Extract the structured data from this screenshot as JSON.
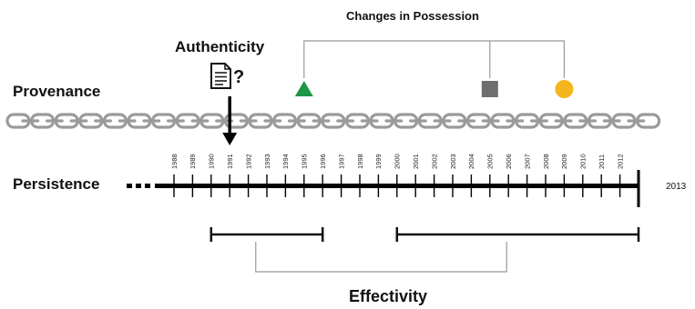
{
  "labels": {
    "changes_in_possession": "Changes in Possession",
    "authenticity": "Authenticity",
    "question_mark": "?",
    "provenance": "Provenance",
    "persistence": "Persistence",
    "effectivity": "Effectivity"
  },
  "timeline": {
    "years": [
      "1988",
      "1989",
      "1990",
      "1991",
      "1992",
      "1993",
      "1994",
      "1995",
      "1996",
      "1997",
      "1998",
      "1999",
      "2000",
      "2001",
      "2002",
      "2003",
      "2004",
      "2005",
      "2006",
      "2007",
      "2008",
      "2009",
      "2010",
      "2011",
      "2012"
    ],
    "end_year": "2013",
    "authenticity_year": "1991",
    "effectivity_periods": [
      {
        "start": "1990",
        "end": "1996"
      },
      {
        "start": "2000",
        "end": "2013"
      }
    ]
  },
  "possession_changes": [
    {
      "year": "1995",
      "shape": "triangle",
      "color": "#1e9648"
    },
    {
      "year": "2005",
      "shape": "square",
      "color": "#6e6e6e"
    },
    {
      "year": "2009",
      "shape": "circle",
      "color": "#f5b51c"
    }
  ],
  "icons": {
    "document": "document-icon",
    "arrow": "arrow-down-icon"
  },
  "colors": {
    "chain": "#9a9a9a",
    "bracket": "#999999",
    "timeline": "#000000"
  }
}
